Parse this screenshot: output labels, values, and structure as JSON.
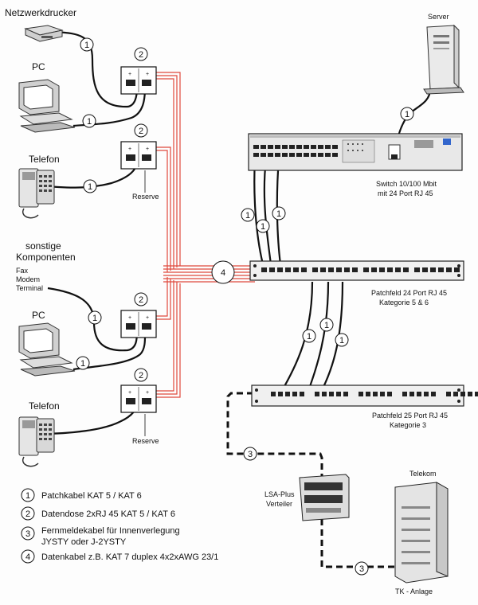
{
  "labels": {
    "netzwerkdrucker": "Netzwerkdrucker",
    "pc1": "PC",
    "telefon1": "Telefon",
    "sonstige1": "sonstige",
    "sonstige2": "Komponenten",
    "fax": "Fax",
    "modem": "Modem",
    "terminal": "Terminal",
    "pc2": "PC",
    "telefon2": "Telefon",
    "server": "Server",
    "switch1": "Switch 10/100 Mbit",
    "switch2": "mit 24 Port RJ 45",
    "patch24_1": "Patchfeld 24 Port RJ 45",
    "patch24_2": "Kategorie 5 & 6",
    "patch25_1": "Patchfeld 25 Port RJ 45",
    "patch25_2": "Kategorie 3",
    "reserve1": "Reserve",
    "reserve2": "Reserve",
    "lsa1": "LSA-Plus",
    "lsa2": "Verteiler",
    "telekom": "Telekom",
    "tk": "TK - Anlage"
  },
  "markers": {
    "m1": "1",
    "m2": "2",
    "m3": "3",
    "m4": "4"
  },
  "legend": [
    {
      "num": "1",
      "text": "Patchkabel KAT 5 / KAT 6"
    },
    {
      "num": "2",
      "text": "Datendose 2xRJ 45 KAT 5 / KAT 6"
    },
    {
      "num": "3",
      "text": "Fernmeldekabel für Innenverlegung",
      "text2": "JYSTY oder J-2YSTY"
    },
    {
      "num": "4",
      "text": "Datenkabel z.B. KAT 7 duplex 4x2xAWG 23/1"
    }
  ],
  "colors": {
    "cable_red": "#e0483c",
    "line": "#111111",
    "equipment_fill": "#e8e8e8"
  }
}
